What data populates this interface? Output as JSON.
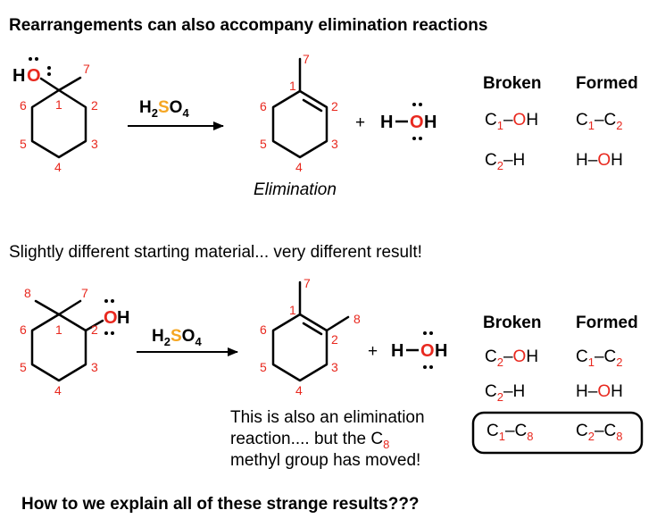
{
  "colors": {
    "atom_label": "#e8281e",
    "sulfur": "#f5a623",
    "ink": "#000000"
  },
  "title": "Rearrangements can also accompany elimination reactions",
  "middle_text": "Slightly different starting material... very different result!",
  "bottom_question": "How to we explain all of these strange results???",
  "common": {
    "plus": "+",
    "h": "H",
    "o": "O",
    "dash": "–",
    "c": "C"
  },
  "reagent": {
    "h": "H",
    "sub2": "2",
    "s": "S",
    "o": "O",
    "sub4": "4"
  },
  "reaction1": {
    "sm_numbers": [
      "1",
      "2",
      "3",
      "4",
      "5",
      "6",
      "7"
    ],
    "sm_oh": {
      "h": "H",
      "o": "O"
    },
    "product_numbers": [
      "1",
      "2",
      "3",
      "4",
      "5",
      "6",
      "7"
    ],
    "caption": "Elimination",
    "table": {
      "broken_header": "Broken",
      "formed_header": "Formed",
      "subs": {
        "one": "1",
        "two": "2"
      }
    }
  },
  "reaction2": {
    "sm_numbers": [
      "1",
      "2",
      "3",
      "4",
      "5",
      "6",
      "7",
      "8"
    ],
    "sm_oh": {
      "o": "O",
      "h": "H"
    },
    "product_numbers": [
      "1",
      "2",
      "3",
      "4",
      "5",
      "6",
      "7",
      "8"
    ],
    "note_line1": "This is also an elimination",
    "note_line2": "reaction.... but the C",
    "note_line2_sub": "8",
    "note_line3": "methyl group has moved!",
    "table": {
      "broken_header": "Broken",
      "formed_header": "Formed",
      "subs": {
        "one": "1",
        "two": "2",
        "eight": "8"
      }
    }
  }
}
